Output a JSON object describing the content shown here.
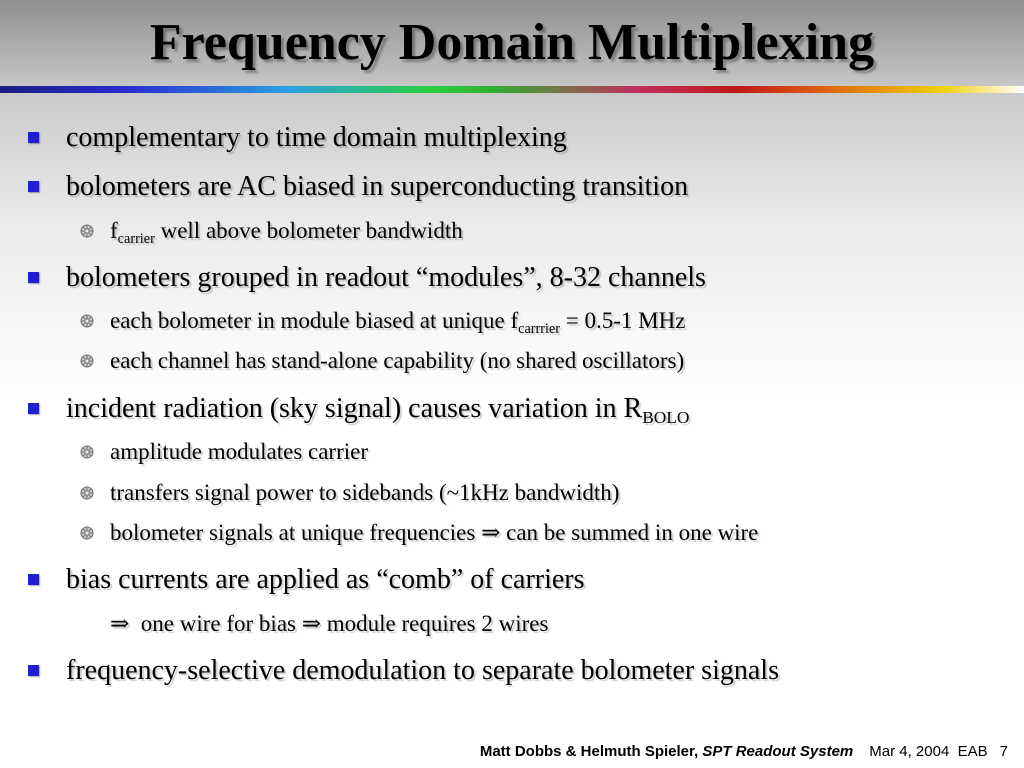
{
  "slide": {
    "title": "Frequency Domain Multiplexing",
    "bullets": {
      "b1": "complementary to time domain multiplexing",
      "b2": "bolometers are AC biased in superconducting transition",
      "b2_1_f": "f",
      "b2_1_sub": "carrier",
      "b2_1_rest": " well above bolometer bandwidth",
      "b3": "bolometers grouped in readout “modules”, 8-32 channels",
      "b3_1_pre": "each bolometer in module biased at unique f",
      "b3_1_sub": "carrrier",
      "b3_1_post": " = 0.5-1 MHz",
      "b3_2": "each channel has stand-alone capability (no shared oscillators)",
      "b4_pre": "incident radiation (sky signal) causes variation in R",
      "b4_sub": "BOLO",
      "b4_1": "amplitude modulates carrier",
      "b4_2": "transfers signal power to sidebands (~1kHz bandwidth)",
      "b4_3_pre": "bolometer signals at unique frequencies ",
      "b4_3_arrow": "⇒",
      "b4_3_post": " can be summed in one wire",
      "b5": "bias currents are applied as “comb” of carriers",
      "b5_1_arrow1": "⇒",
      "b5_1_mid": "  one wire for bias ",
      "b5_1_arrow2": "⇒",
      "b5_1_post": " module requires 2 wires",
      "b6": "frequency-selective demodulation to separate bolometer signals"
    }
  },
  "footer": {
    "authors": "Matt Dobbs & Helmuth Spieler, ",
    "system": "SPT Readout System",
    "date": "Mar 4, 2004",
    "initials": "EAB",
    "page": "7"
  },
  "colors": {
    "bullet": "#2020d0",
    "rainbow_start": "#1c1c80",
    "rainbow_end": "#f0d010"
  }
}
